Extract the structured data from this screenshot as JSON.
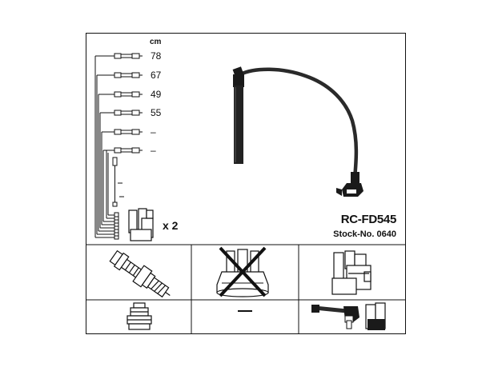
{
  "unit_label": "cm",
  "lengths": [
    "78",
    "67",
    "49",
    "55",
    "–",
    "–"
  ],
  "quantity_label": "x 2",
  "model_number": "RC-FD545",
  "stock_label": "Stock-No. 0640",
  "empty_cell_mark": "—",
  "colors": {
    "line": "#111111",
    "cable": "#2a2a2a",
    "background": "#ffffff"
  },
  "cells": [
    {
      "icon": "spark-plug-icon"
    },
    {
      "icon": "distributor-cap-crossed-icon"
    },
    {
      "icon": "ignition-coil-icon"
    },
    {
      "icon": "spark-plug-boot-icon"
    },
    {
      "icon": "none"
    },
    {
      "icon": "coil-connector-icon"
    }
  ]
}
